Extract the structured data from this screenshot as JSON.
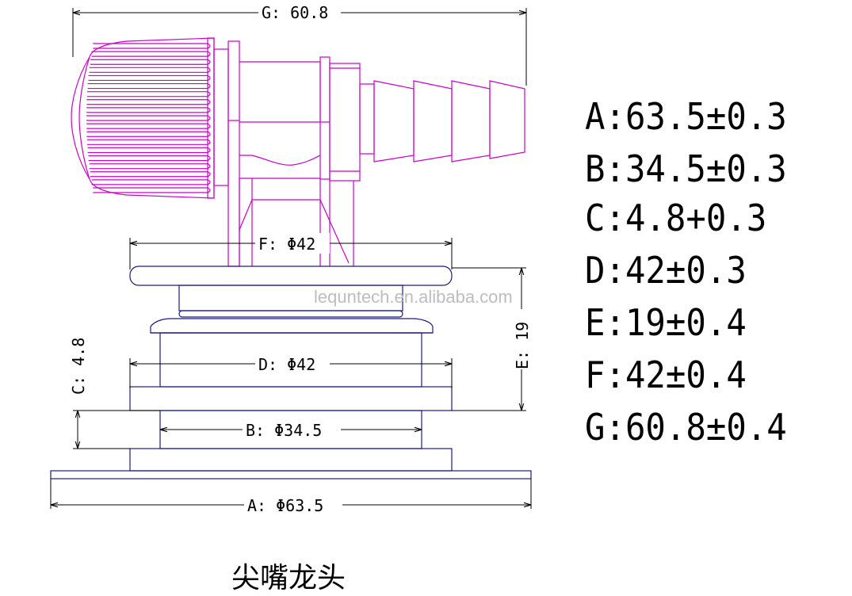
{
  "dimensions": {
    "G": "G: 60.8",
    "F": "F: Φ42",
    "D": "D: Φ42",
    "B": "B: Φ34.5",
    "A": "A: Φ63.5",
    "E": "E: 19",
    "C": "C: 4.8"
  },
  "specs": [
    "A:63.5±0.3",
    "B:34.5±0.3",
    "C:4.8+0.3",
    "D:42±0.3",
    "E:19±0.4",
    "F:42±0.4",
    "G:60.8±0.4"
  ],
  "caption": "尖嘴龙头",
  "watermark": "lequntech.en.alibaba.com",
  "colors": {
    "faucet": "#cc00cc",
    "base": "#1a1a8c",
    "dimension": "#000000"
  }
}
